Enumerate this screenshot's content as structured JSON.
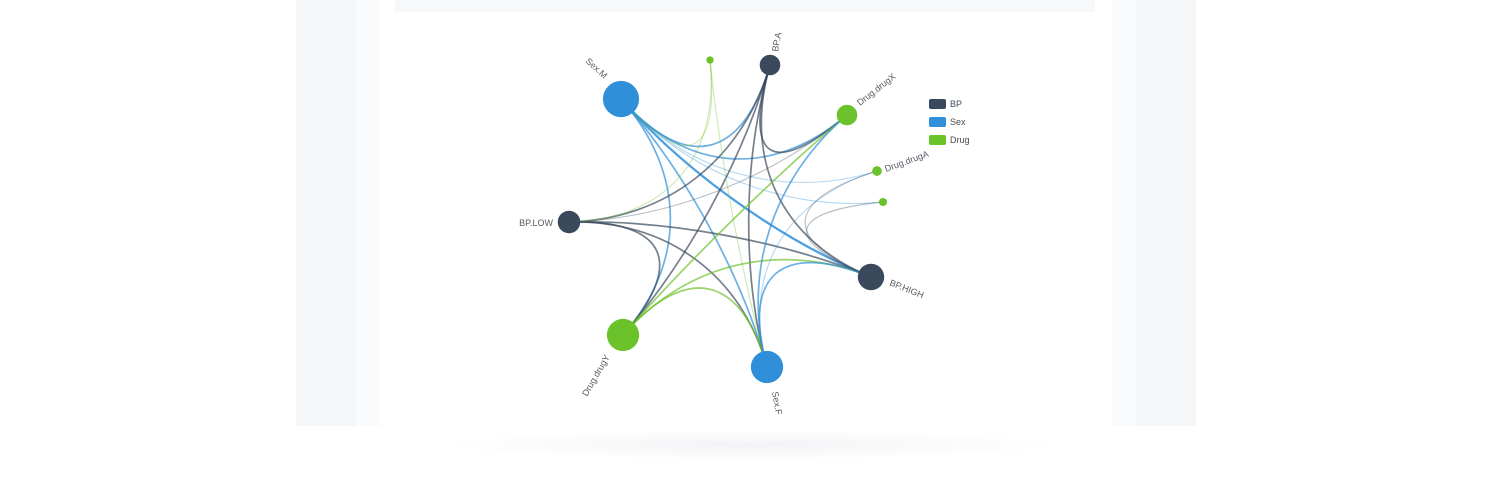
{
  "chart_data": {
    "type": "chord-network",
    "title": "",
    "legend": {
      "placement": "top-right",
      "items": [
        {
          "key": "BP",
          "label": "BP",
          "color": "#3a4a5c"
        },
        {
          "key": "Sex",
          "label": "Sex",
          "color": "#2f8fd8"
        },
        {
          "key": "Drug",
          "label": "Drug",
          "color": "#6cc22b"
        }
      ]
    },
    "nodes": [
      {
        "id": "BP.A",
        "label": "BP.A",
        "group": "BP",
        "size": 0.4
      },
      {
        "id": "Drug.drugX",
        "label": "Drug.drugX",
        "group": "Drug",
        "size": 0.4
      },
      {
        "id": "Drug.drugA",
        "label": "Drug.drugA",
        "group": "Drug",
        "size": 0.12
      },
      {
        "id": "Drug.drugB",
        "label": "",
        "group": "Drug",
        "size": 0.08
      },
      {
        "id": "BP.HIGH",
        "label": "BP.HIGH",
        "group": "BP",
        "size": 0.55
      },
      {
        "id": "Sex.F",
        "label": "Sex.F",
        "group": "Sex",
        "size": 0.7
      },
      {
        "id": "Drug.drugY",
        "label": "Drug.drugY",
        "group": "Drug",
        "size": 0.7
      },
      {
        "id": "BP.LOW",
        "label": "BP.LOW",
        "group": "BP",
        "size": 0.45
      },
      {
        "id": "Sex.M",
        "label": "Sex.M",
        "group": "Sex",
        "size": 0.8
      },
      {
        "id": "Drug.drugC",
        "label": "",
        "group": "Drug",
        "size": 0.06
      }
    ],
    "links": [
      {
        "source": "Sex.M",
        "target": "BP.HIGH",
        "weight": 3
      },
      {
        "source": "Sex.M",
        "target": "Sex.F",
        "weight": 2
      },
      {
        "source": "Sex.M",
        "target": "Drug.drugX",
        "weight": 2
      },
      {
        "source": "Sex.M",
        "target": "Drug.drugA",
        "weight": 1
      },
      {
        "source": "Sex.M",
        "target": "Drug.drugY",
        "weight": 2
      },
      {
        "source": "Sex.M",
        "target": "BP.A",
        "weight": 2
      },
      {
        "source": "Sex.M",
        "target": "Drug.drugB",
        "weight": 1
      },
      {
        "source": "BP.A",
        "target": "BP.LOW",
        "weight": 2
      },
      {
        "source": "BP.A",
        "target": "Drug.drugY",
        "weight": 2
      },
      {
        "source": "BP.A",
        "target": "Drug.drugX",
        "weight": 2
      },
      {
        "source": "BP.A",
        "target": "Sex.F",
        "weight": 2
      },
      {
        "source": "BP.A",
        "target": "BP.HIGH",
        "weight": 2
      },
      {
        "source": "BP.LOW",
        "target": "BP.HIGH",
        "weight": 2
      },
      {
        "source": "BP.LOW",
        "target": "Sex.F",
        "weight": 2
      },
      {
        "source": "BP.LOW",
        "target": "Drug.drugY",
        "weight": 2
      },
      {
        "source": "BP.LOW",
        "target": "Drug.drugX",
        "weight": 1
      },
      {
        "source": "Drug.drugY",
        "target": "Drug.drugX",
        "weight": 2
      },
      {
        "source": "Drug.drugY",
        "target": "Sex.F",
        "weight": 2
      },
      {
        "source": "Drug.drugY",
        "target": "BP.HIGH",
        "weight": 2
      },
      {
        "source": "Sex.F",
        "target": "BP.HIGH",
        "weight": 2
      },
      {
        "source": "Sex.F",
        "target": "Drug.drugX",
        "weight": 2
      },
      {
        "source": "Sex.F",
        "target": "Drug.drugA",
        "weight": 1
      },
      {
        "source": "BP.HIGH",
        "target": "Drug.drugA",
        "weight": 1
      },
      {
        "source": "BP.HIGH",
        "target": "Drug.drugB",
        "weight": 1
      },
      {
        "source": "Drug.drugC",
        "target": "Sex.M",
        "weight": 1
      },
      {
        "source": "Drug.drugC",
        "target": "BP.LOW",
        "weight": 1
      },
      {
        "source": "Drug.drugC",
        "target": "Sex.F",
        "weight": 1
      }
    ]
  }
}
